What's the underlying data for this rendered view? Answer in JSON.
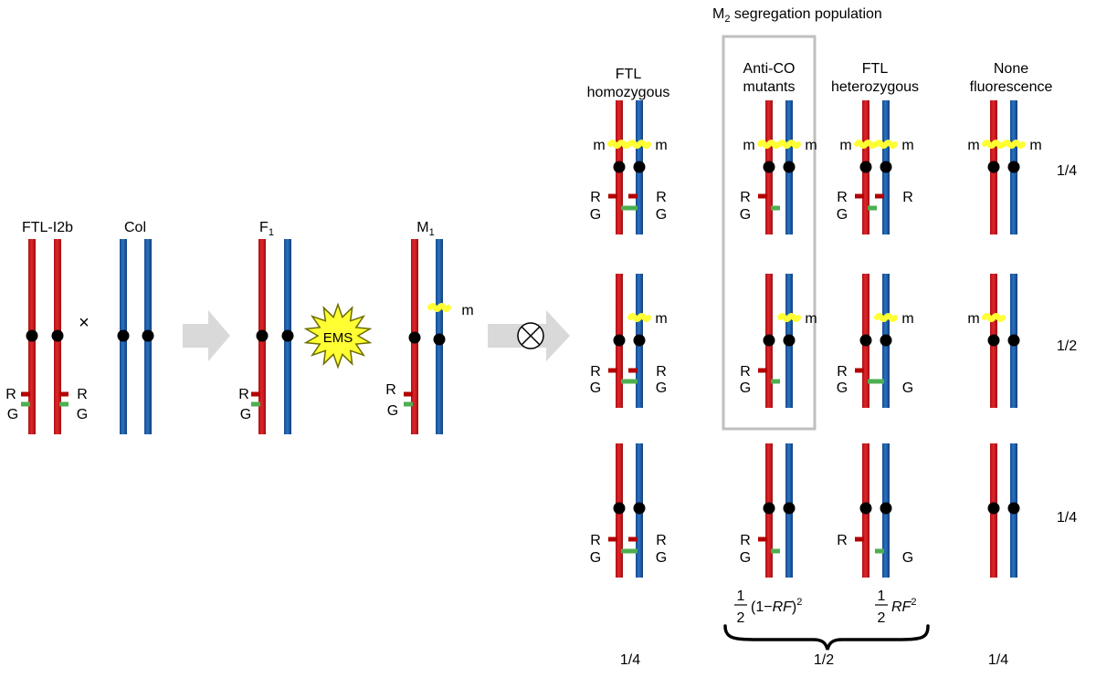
{
  "title": {
    "main": "M",
    "sub": "2",
    "rest": " segregation population"
  },
  "parents": {
    "ftl": "FTL-I2b",
    "col": "Col",
    "cross": "×"
  },
  "f1": {
    "main": "F",
    "sub": "1"
  },
  "m1": {
    "main": "M",
    "sub": "1"
  },
  "ems": "EMS",
  "markers": {
    "r": "R",
    "g": "G",
    "m": "m"
  },
  "columns": {
    "ftl_homo": [
      "FTL",
      "homozygous"
    ],
    "anti_co": [
      "Anti-CO",
      "mutants"
    ],
    "ftl_het": [
      "FTL",
      "heterozygous"
    ],
    "none": [
      "None",
      "fluorescence"
    ]
  },
  "row_ratios": [
    "1/4",
    "1/2",
    "1/4"
  ],
  "column_ratios": [
    "1/4",
    "1/2",
    "1/4"
  ],
  "formulas": {
    "frac_num": "1",
    "frac_den": "2",
    "left_expr": "(1−",
    "left_rf": "RF",
    "left_close": ")",
    "left_exp": "2",
    "right_rf": "RF",
    "right_exp": "2"
  },
  "colors": {
    "red": "#d7191c",
    "blue": "#1f5fae",
    "r_marker": "#b30000",
    "g_marker": "#4caf50",
    "mutation": "#ffff33",
    "arrow": "#d9d9d9",
    "box": "#bfbfbf"
  }
}
